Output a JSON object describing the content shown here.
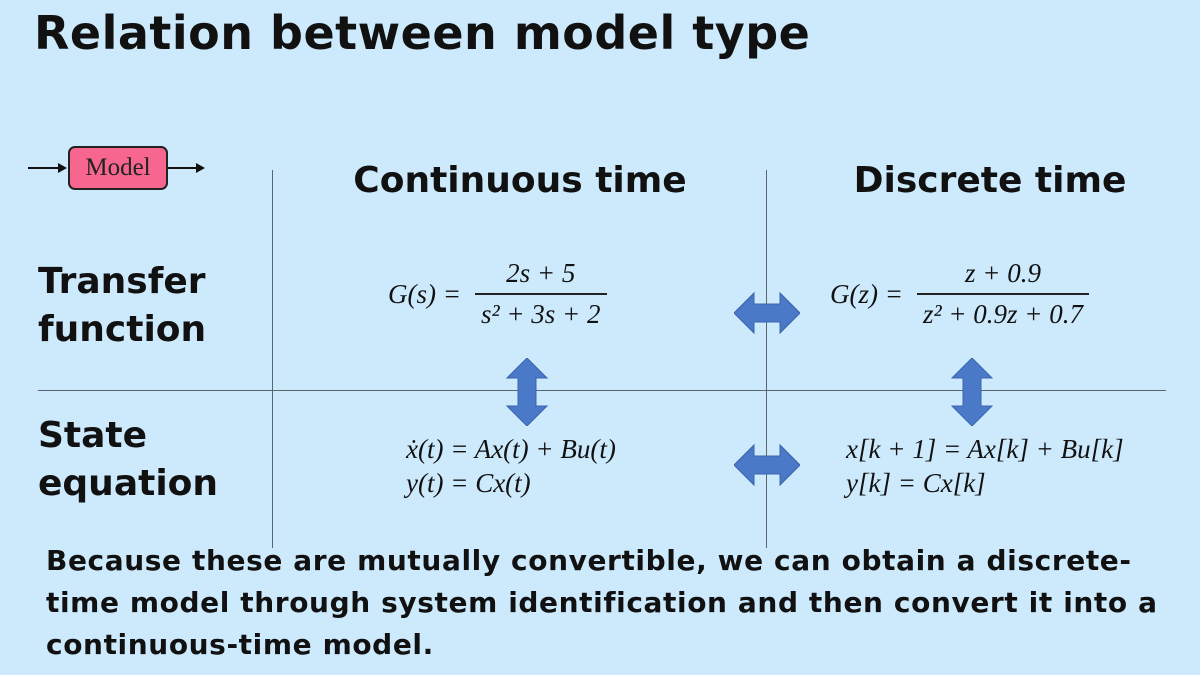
{
  "title": "Relation between model type",
  "model_block": {
    "label": "Model"
  },
  "columns": {
    "continuous": "Continuous time",
    "discrete": "Discrete time"
  },
  "rows": {
    "transfer_line1": "Transfer",
    "transfer_line2": "function",
    "state_line1": "State",
    "state_line2": "equation"
  },
  "equations": {
    "tf_continuous": {
      "lhs": "G(s) =",
      "num": "2s + 5",
      "den": "s² + 3s + 2"
    },
    "tf_discrete": {
      "lhs": "G(z) =",
      "num": "z + 0.9",
      "den": "z² + 0.9z + 0.7"
    },
    "ss_continuous": {
      "line1": "ẋ(t) = Ax(t) + Bu(t)",
      "line2": "y(t) = Cx(t)"
    },
    "ss_discrete": {
      "line1": "x[k + 1] = Ax[k] + Bu[k]",
      "line2": "y[k] = Cx[k]"
    }
  },
  "note": "Because these are mutually convertible, we can obtain a discrete-time model through system identification and then convert it into a continuous-time model.",
  "colors": {
    "background": "#cdeafd",
    "model_block": "#f7668f",
    "arrow": "#4a79c8"
  }
}
